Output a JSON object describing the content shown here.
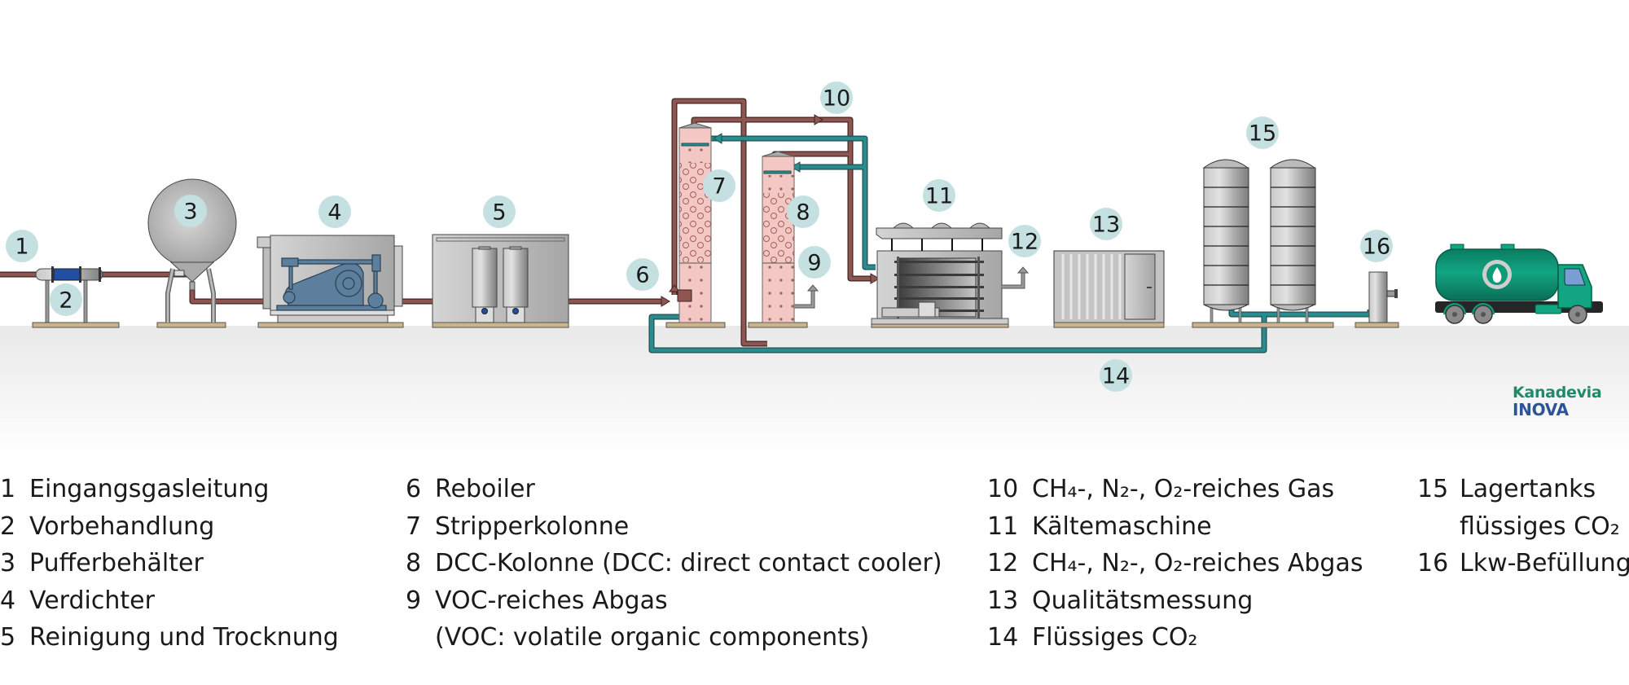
{
  "title": "CO2 Verflüssigungsanlage – Prozessschema",
  "colors": {
    "gas_pipe": "#8f5550",
    "liquid_pipe": "#2a8c8f",
    "vent_pipe": "#8c8c8c",
    "badge": "#c5e0e0",
    "column_fill": "#f3c8c4",
    "base_plate": "#c9b48c",
    "ground": "#eeeeee",
    "truck": "#0f9b78"
  },
  "badges": [
    {
      "id": "1",
      "label": "1"
    },
    {
      "id": "2",
      "label": "2"
    },
    {
      "id": "3",
      "label": "3"
    },
    {
      "id": "4",
      "label": "4"
    },
    {
      "id": "5",
      "label": "5"
    },
    {
      "id": "6",
      "label": "6"
    },
    {
      "id": "7",
      "label": "7"
    },
    {
      "id": "8",
      "label": "8"
    },
    {
      "id": "9",
      "label": "9"
    },
    {
      "id": "10",
      "label": "10"
    },
    {
      "id": "11",
      "label": "11"
    },
    {
      "id": "12",
      "label": "12"
    },
    {
      "id": "13",
      "label": "13"
    },
    {
      "id": "14",
      "label": "14"
    },
    {
      "id": "15",
      "label": "15"
    },
    {
      "id": "16",
      "label": "16"
    }
  ],
  "legend": {
    "col1": [
      {
        "num": "1",
        "text": "Eingangsgasleitung"
      },
      {
        "num": "2",
        "text": "Vorbehandlung"
      },
      {
        "num": "3",
        "text": "Pufferbehälter"
      },
      {
        "num": "4",
        "text": "Verdichter"
      },
      {
        "num": "5",
        "text": "Reinigung und Trocknung"
      }
    ],
    "col2": [
      {
        "num": "6",
        "text": "Reboiler"
      },
      {
        "num": "7",
        "text": "Stripperkolonne"
      },
      {
        "num": "8",
        "text": "DCC-Kolonne (DCC: direct contact cooler)"
      },
      {
        "num": "9",
        "text": "VOC-reiches Abgas"
      },
      {
        "num": "",
        "text": "(VOC: volatile organic components)"
      }
    ],
    "col3": [
      {
        "num": "10",
        "text": "CH₄-, N₂-, O₂-reiches Gas"
      },
      {
        "num": "11",
        "text": "Kältemaschine"
      },
      {
        "num": "12",
        "text": "CH₄-, N₂-, O₂-reiches Abgas"
      },
      {
        "num": "13",
        "text": "Qualitätsmessung"
      },
      {
        "num": "14",
        "text": "Flüssiges CO₂"
      }
    ],
    "col4": [
      {
        "num": "15",
        "text": "Lagertanks"
      },
      {
        "num": "",
        "text": "flüssiges CO₂"
      },
      {
        "num": "16",
        "text": "Lkw-Befüllung"
      }
    ]
  },
  "logo": {
    "line1": "Kanadevia",
    "line2": "INOVA"
  },
  "icons": {
    "truck_tank_symbol": "liquid-drop-icon"
  }
}
